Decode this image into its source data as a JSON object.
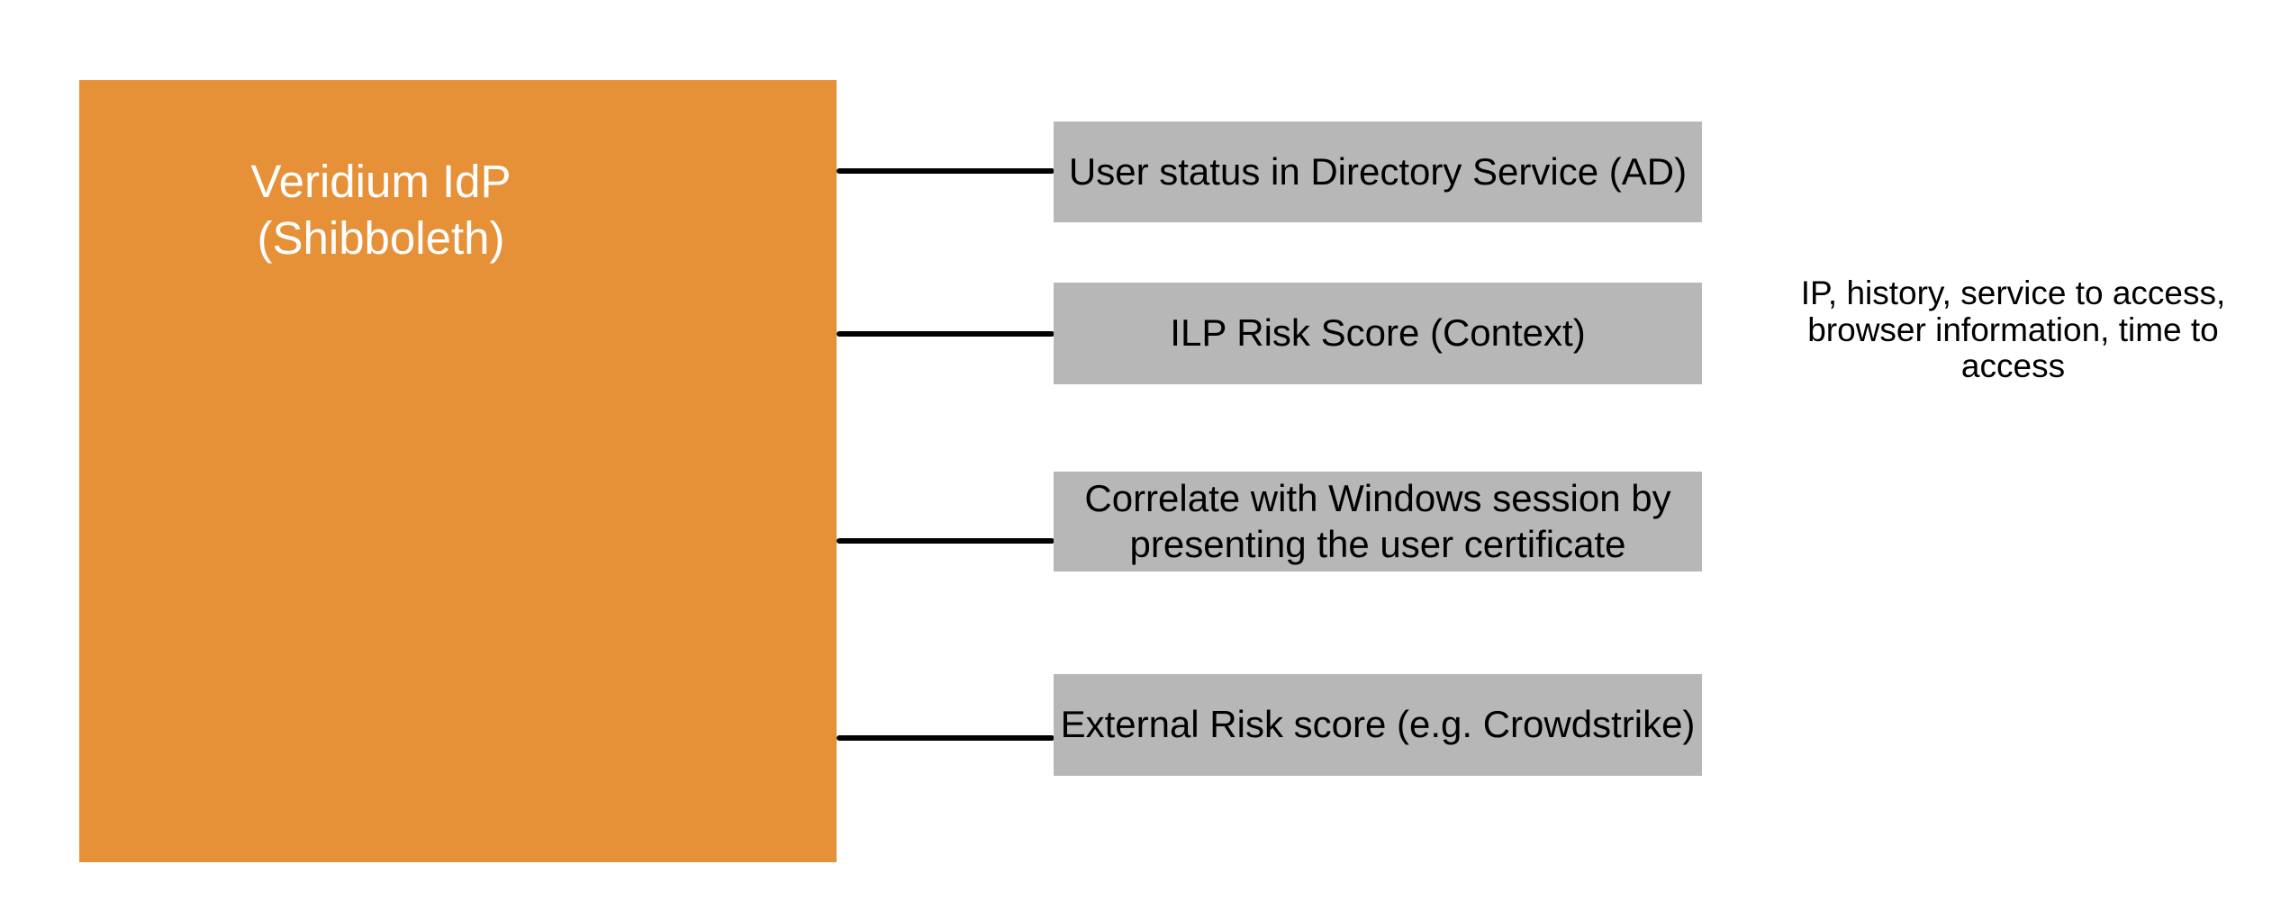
{
  "colors": {
    "main_box_fill": "#E69138",
    "main_box_text": "#FFFFFF",
    "factor_box_fill": "#B7B7B7",
    "factor_box_text": "#000000",
    "connector": "#000000",
    "background": "#FFFFFF"
  },
  "main_box": {
    "title": "Veridium IdP (Shibboleth)",
    "title_lines": [
      "Veridium IdP",
      "(Shibboleth)"
    ]
  },
  "factor_boxes": [
    {
      "label": "User status in Directory Service (AD)"
    },
    {
      "label": "ILP Risk Score (Context)"
    },
    {
      "label": "Correlate with Windows session by presenting the user certificate"
    },
    {
      "label": "External Risk score (e.g. Crowdstrike)"
    }
  ],
  "side_note": {
    "text": "IP, history, service to access, browser information, time to access"
  }
}
